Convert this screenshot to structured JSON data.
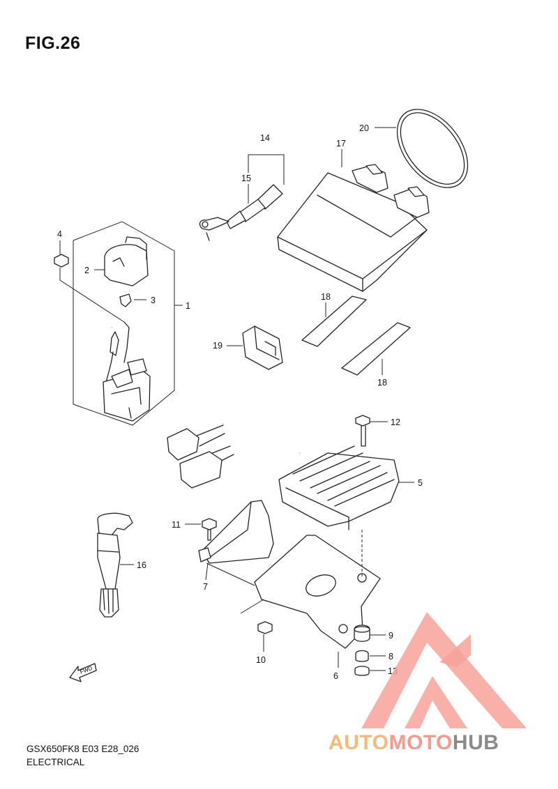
{
  "figure": {
    "title": "FIG.26"
  },
  "footer": {
    "code": "GSX650FK8 E03 E28_026",
    "title": "ELECTRICAL"
  },
  "fwd_arrow": {
    "label": "FWD"
  },
  "callouts": [
    "1",
    "2",
    "3",
    "4",
    "5",
    "6",
    "7",
    "8",
    "9",
    "10",
    "11",
    "12",
    "13",
    "14",
    "15",
    "16",
    "17",
    "18",
    "18",
    "19",
    "20"
  ],
  "watermark": {
    "part1": "AUTO",
    "part2": "MOTO",
    "part3": "HUB",
    "colors": {
      "auto": "#f5b97a",
      "moto": "#f49a8e",
      "hub": "#8a8a8a",
      "logo": "#f7a29a"
    }
  }
}
